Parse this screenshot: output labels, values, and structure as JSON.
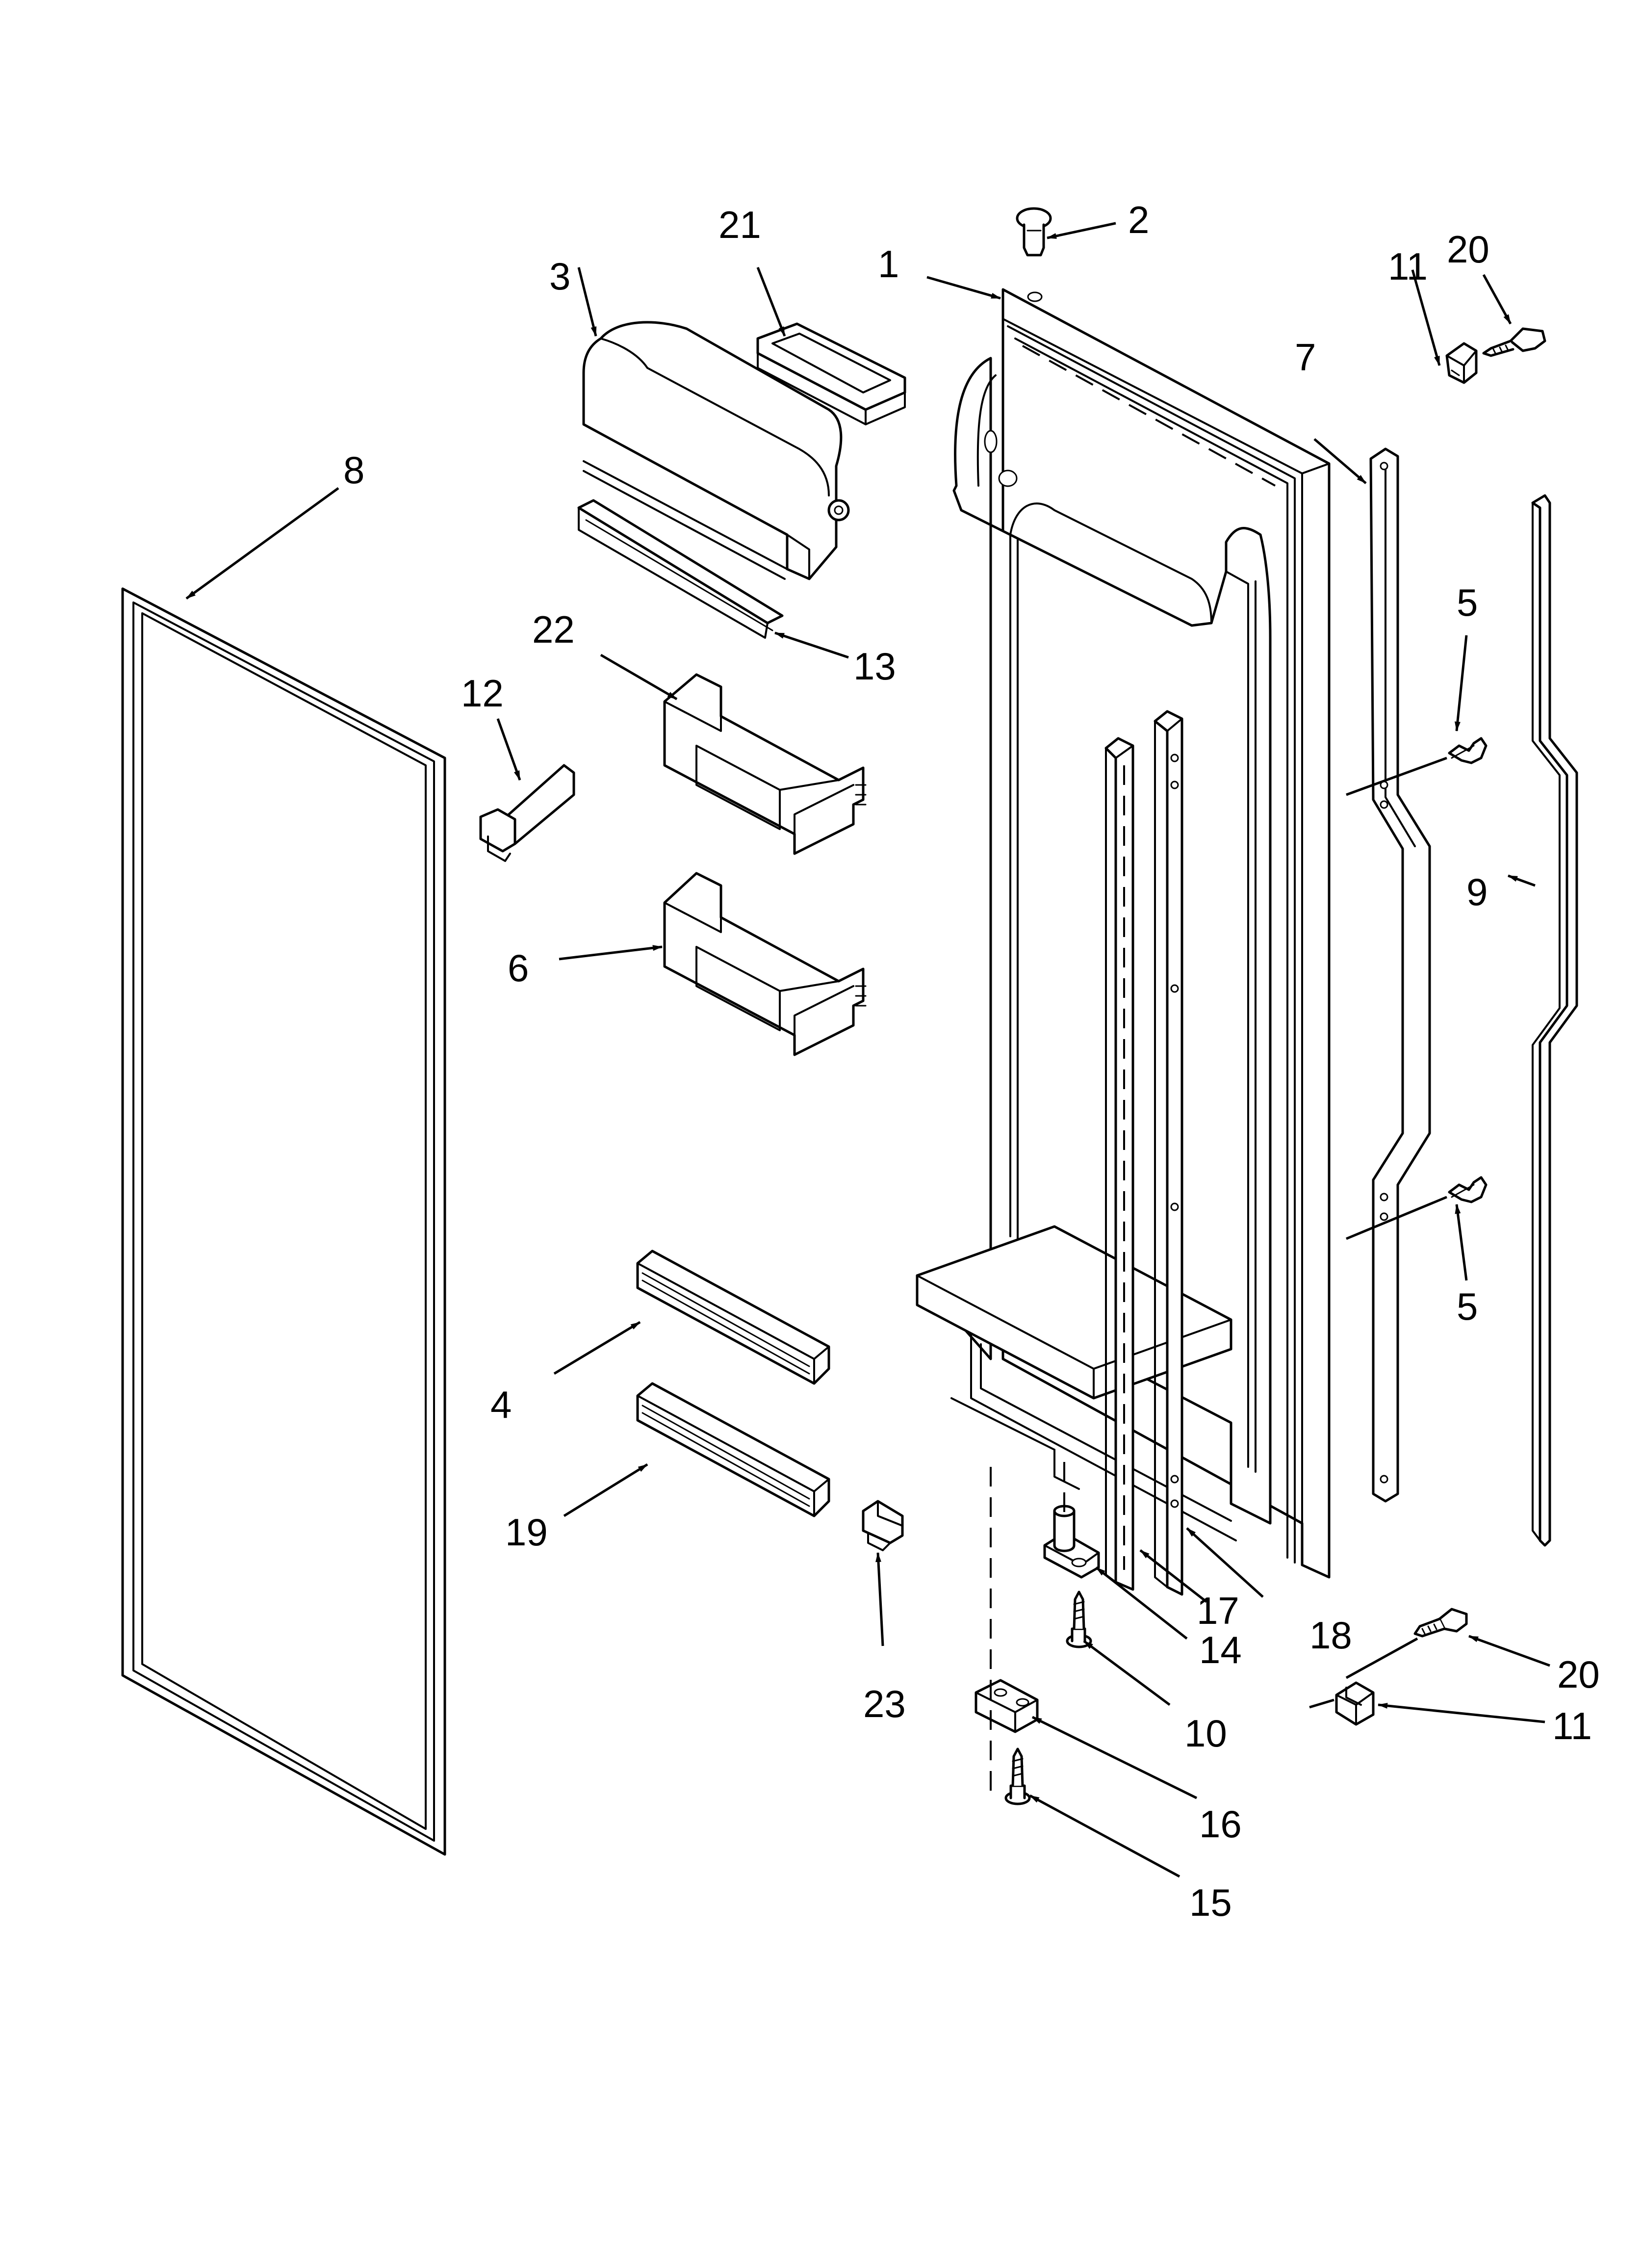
{
  "diagram": {
    "callouts": [
      {
        "id": "c1",
        "label": "1"
      },
      {
        "id": "c2",
        "label": "2"
      },
      {
        "id": "c3",
        "label": "3"
      },
      {
        "id": "c4",
        "label": "4"
      },
      {
        "id": "c5a",
        "label": "5"
      },
      {
        "id": "c5b",
        "label": "5"
      },
      {
        "id": "c6",
        "label": "6"
      },
      {
        "id": "c7",
        "label": "7"
      },
      {
        "id": "c8",
        "label": "8"
      },
      {
        "id": "c9",
        "label": "9"
      },
      {
        "id": "c10",
        "label": "10"
      },
      {
        "id": "c11a",
        "label": "11"
      },
      {
        "id": "c11b",
        "label": "11"
      },
      {
        "id": "c12",
        "label": "12"
      },
      {
        "id": "c13",
        "label": "13"
      },
      {
        "id": "c14",
        "label": "14"
      },
      {
        "id": "c15",
        "label": "15"
      },
      {
        "id": "c16",
        "label": "16"
      },
      {
        "id": "c17",
        "label": "17"
      },
      {
        "id": "c18",
        "label": "18"
      },
      {
        "id": "c19",
        "label": "19"
      },
      {
        "id": "c20a",
        "label": "20"
      },
      {
        "id": "c20b",
        "label": "20"
      },
      {
        "id": "c21",
        "label": "21"
      },
      {
        "id": "c22",
        "label": "22"
      },
      {
        "id": "c23",
        "label": "23"
      }
    ],
    "colors": {
      "line": "#000000",
      "background": "#ffffff"
    }
  }
}
